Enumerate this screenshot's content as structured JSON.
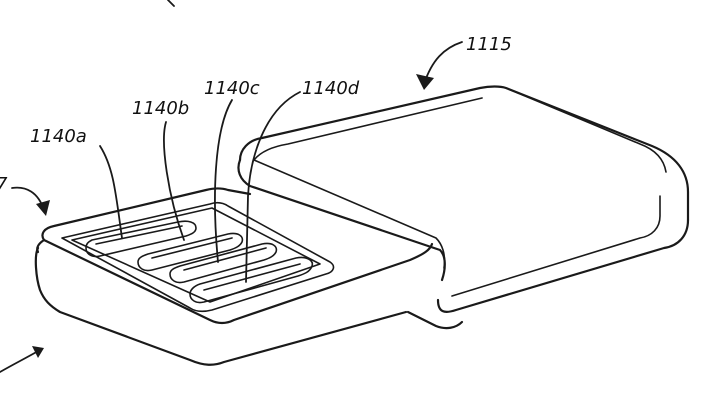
{
  "labels": {
    "assembly": "1115",
    "contact_a": "1140a",
    "contact_b": "1140b",
    "contact_c": "1140c",
    "contact_d": "1140d",
    "partial_left": "7"
  },
  "colors": {
    "line": "#1a1a1a",
    "background": "#ffffff"
  }
}
